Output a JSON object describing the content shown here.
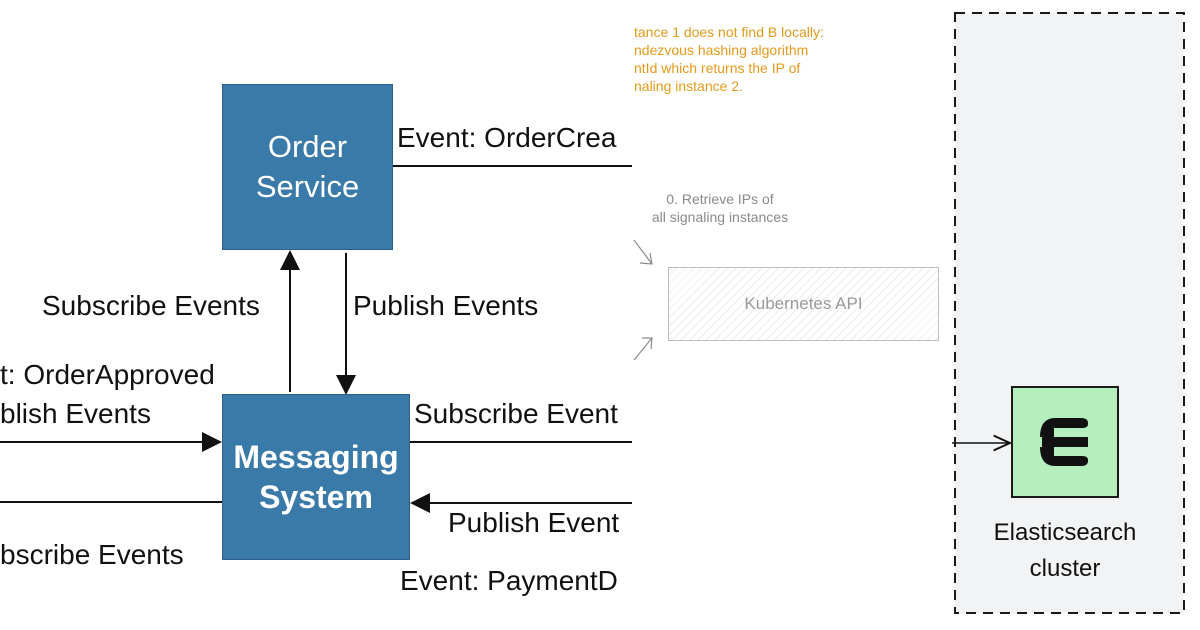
{
  "left_diagram": {
    "order_service": {
      "line1": "Order",
      "line2": "Service"
    },
    "messaging_system": {
      "line1": "Messaging",
      "line2": "System"
    },
    "labels": {
      "event_order_created": "Event: OrderCrea",
      "subscribe_events_left": "Subscribe Events",
      "publish_events_center": "Publish Events",
      "event_order_approved": "t: OrderApproved",
      "publish_events_left": "blish Events",
      "subscribe_events_right": "Subscribe Event",
      "publish_events_right": "Publish Event",
      "subscribe_events_bottom_left": "bscribe Events",
      "event_payment": "Event: PaymentD"
    }
  },
  "middle_diagram": {
    "orange_note_lines": [
      "tance 1 does not find B locally:",
      "ndezvous hashing algorithm",
      "ntId which returns the IP of",
      "naling instance 2."
    ],
    "retrieve_note_lines": [
      "0. Retrieve IPs of",
      "all signaling instances"
    ],
    "kubernetes_api": "Kubernetes API"
  },
  "right_diagram": {
    "elasticsearch_label_line1": "Elasticsearch",
    "elasticsearch_label_line2": "cluster",
    "icon": "elasticsearch-logo-icon"
  },
  "colors": {
    "service_box": "#3a7aa8",
    "orange_note": "#e39a1c",
    "elasticsearch_box": "#b4efbd",
    "cluster_background": "#f1f3f5"
  }
}
